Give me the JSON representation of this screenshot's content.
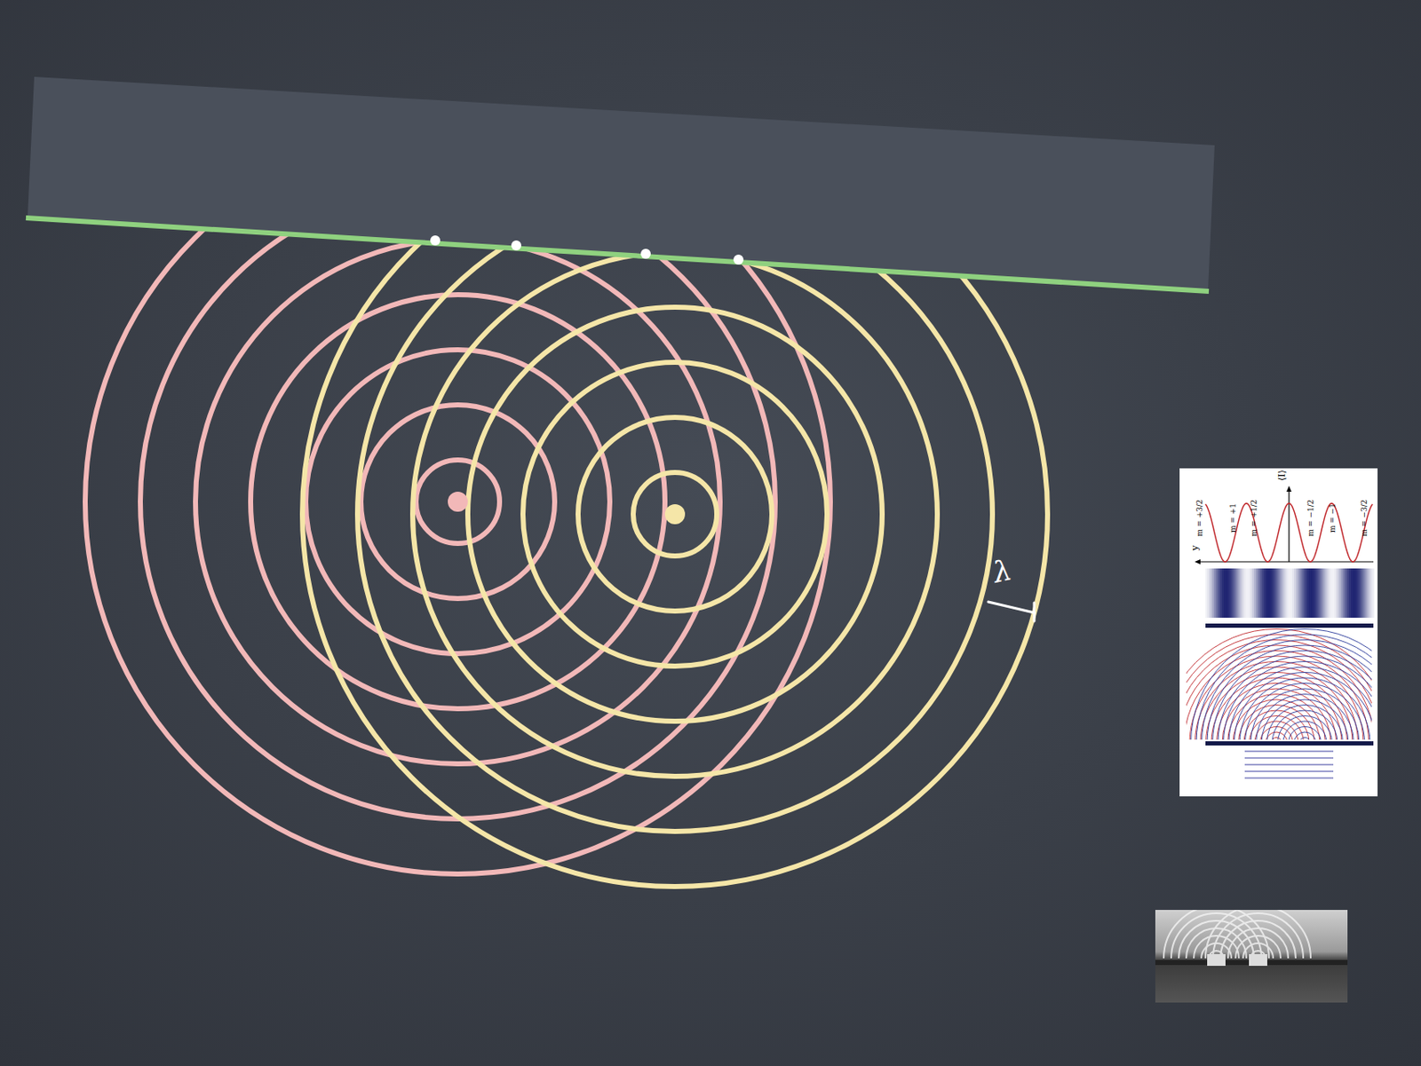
{
  "diagram": {
    "labels": [
      "λ",
      "⟨I⟩",
      "y",
      "m = +3/2",
      "m = +1",
      "m = +1/2",
      "m = −1/2",
      "m = −1",
      "m = −3/2"
    ]
  }
}
